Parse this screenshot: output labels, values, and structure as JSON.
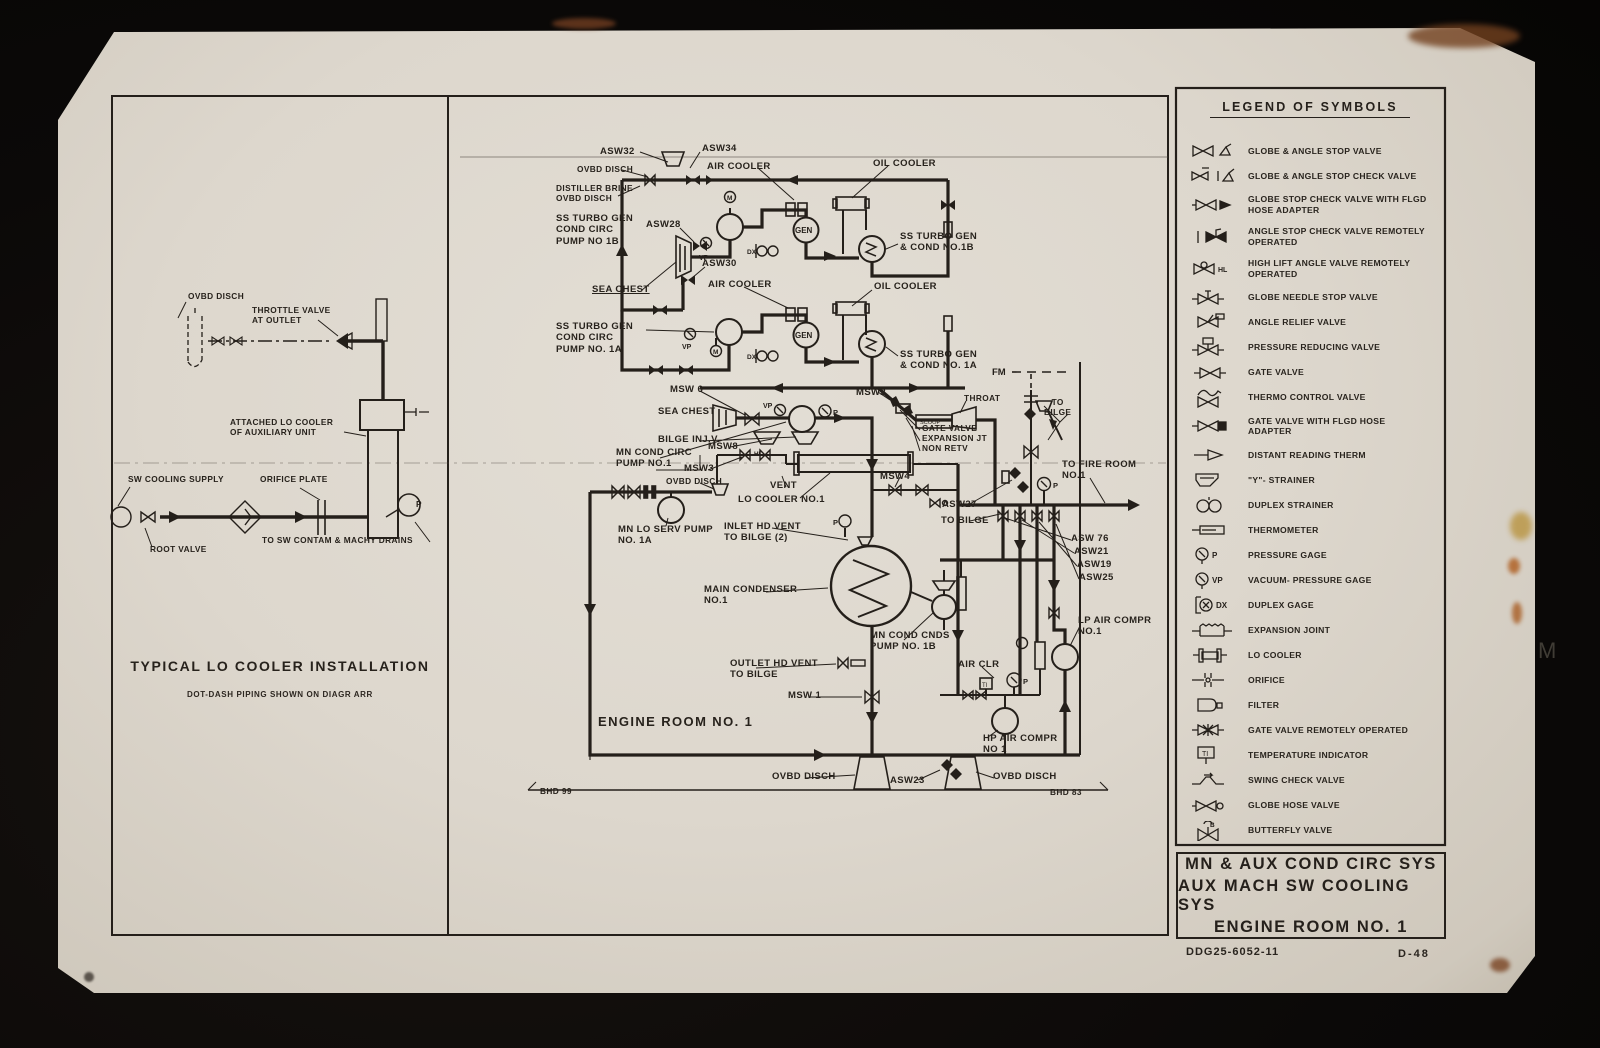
{
  "left_panel": {
    "title": "TYPICAL LO COOLER INSTALLATION",
    "subtitle": "DOT-DASH PIPING SHOWN ON DIAGR ARR",
    "labels": {
      "ovbd": "OVBD DISCH",
      "throttle": "THROTTLE VALVE\nAT OUTLET",
      "attached": "ATTACHED LO COOLER\nOF AUXILIARY UNIT",
      "sw_supply": "SW COOLING SUPPLY",
      "orifice": "ORIFICE PLATE",
      "root": "ROOT VALVE",
      "to_sw": "TO SW CONTAM & MACHY DRAINS"
    }
  },
  "center": {
    "labels": {
      "asw32": "ASW32",
      "asw34": "ASW34",
      "ovbd_top": "OVBD DISCH",
      "air_cooler_1": "AIR COOLER",
      "oil_cooler_1": "OIL COOLER",
      "distiller": "DISTILLER BRINE\nOVBD DISCH",
      "pump1b": "SS TURBO GEN\nCOND CIRC\nPUMP NO 1B",
      "asw28": "ASW28",
      "asw30": "ASW30",
      "sea_chest_1": "SEA CHEST",
      "tg1b": "SS TURBO GEN\n& COND NO.1B",
      "oil_cooler_2": "OIL COOLER",
      "air_cooler_2": "AIR COOLER",
      "pump1a": "SS TURBO GEN\nCOND CIRC\nPUMP NO. 1A",
      "tg1a": "SS TURBO GEN\n& COND NO. 1A",
      "msw6": "MSW 6",
      "msw2": "MSW2",
      "throat": "THROAT",
      "to_bilge_1": "TO\nBILGE",
      "sea_chest_2": "SEA CHEST",
      "gate_valve_note": "GATE VALVE\nEXPANSION JT\nNON RETV",
      "bilge_inj": "BILGE INJ.V.",
      "msw8": "MSW8",
      "mn_cond_circ": "MN COND CIRC\nPUMP NO.1",
      "msw3": "MSW3",
      "ovbd_mid": "OVBD DISCH",
      "vent": "VENT",
      "lo_cooler": "LO COOLER NO.1",
      "msw4": "MSW4",
      "asw27": "ASW27",
      "to_bilge_2": "TO BILGE",
      "to_fire_room": "TO FIRE ROOM\nNO.1",
      "asw76": "ASW 76",
      "asw21": "ASW21",
      "asw19": "ASW19",
      "asw25": "ASW25",
      "mn_lo_serv": "MN LO SERV PUMP\nNO. 1A",
      "inlet_hd_vent": "INLET HD VENT\nTO BILGE (2)",
      "main_condenser": "MAIN CONDENSER\nNO.1",
      "mn_cond_cnds": "MN COND CNDS\nPUMP NO. 1B",
      "outlet_hd_vent": "OUTLET HD VENT\nTO BILGE",
      "air_clr": "AIR CLR",
      "lp_air_compr": "LP AIR COMPR\nNO.1",
      "msw1": "MSW 1",
      "hp_air_compr": "HP AIR COMPR\nNO 1",
      "engine_room": "ENGINE ROOM NO. 1",
      "ovbd_bl": "OVBD DISCH",
      "asw23": "ASW23",
      "ovbd_br": "OVBD DISCH",
      "bhd99": "BHD 99",
      "bhd83": "BHD 83"
    },
    "glyphs": {
      "m": "M",
      "vp": "VP",
      "p": "P",
      "dx": "DX",
      "gen": "GEN",
      "scoop": "SCOOP",
      "fm": "FM",
      "ti": "TI",
      "hl": "HL",
      "b": "B"
    }
  },
  "legend": {
    "title": "LEGEND OF SYMBOLS",
    "items": [
      "GLOBE & ANGLE STOP VALVE",
      "GLOBE & ANGLE STOP CHECK VALVE",
      "GLOBE STOP CHECK VALVE WITH FLGD\nHOSE ADAPTER",
      "ANGLE STOP CHECK VALVE REMOTELY\nOPERATED",
      "HIGH LIFT ANGLE VALVE REMOTELY\nOPERATED",
      "GLOBE NEEDLE STOP VALVE",
      "ANGLE RELIEF VALVE",
      "PRESSURE REDUCING VALVE",
      "GATE VALVE",
      "THERMO CONTROL VALVE",
      "GATE VALVE WITH FLGD HOSE\nADAPTER",
      "DISTANT READING THERM",
      "\"Y\"- STRAINER",
      "DUPLEX STRAINER",
      "THERMOMETER",
      "PRESSURE GAGE",
      "VACUUM- PRESSURE GAGE",
      "DUPLEX GAGE",
      "EXPANSION JOINT",
      "LO COOLER",
      "ORIFICE",
      "FILTER",
      "GATE VALVE REMOTELY OPERATED",
      "TEMPERATURE INDICATOR",
      "SWING CHECK VALVE",
      "GLOBE HOSE VALVE",
      "BUTTERFLY VALVE"
    ]
  },
  "title_block": {
    "line1": "MN & AUX COND CIRC SYS",
    "line2": "AUX MACH SW COOLING SYS",
    "line3": "ENGINE ROOM NO. 1"
  },
  "footer": {
    "drawing_number": "DDG25-6052-11",
    "sheet": "D-48"
  },
  "misc": {
    "stray_mark": "M"
  }
}
